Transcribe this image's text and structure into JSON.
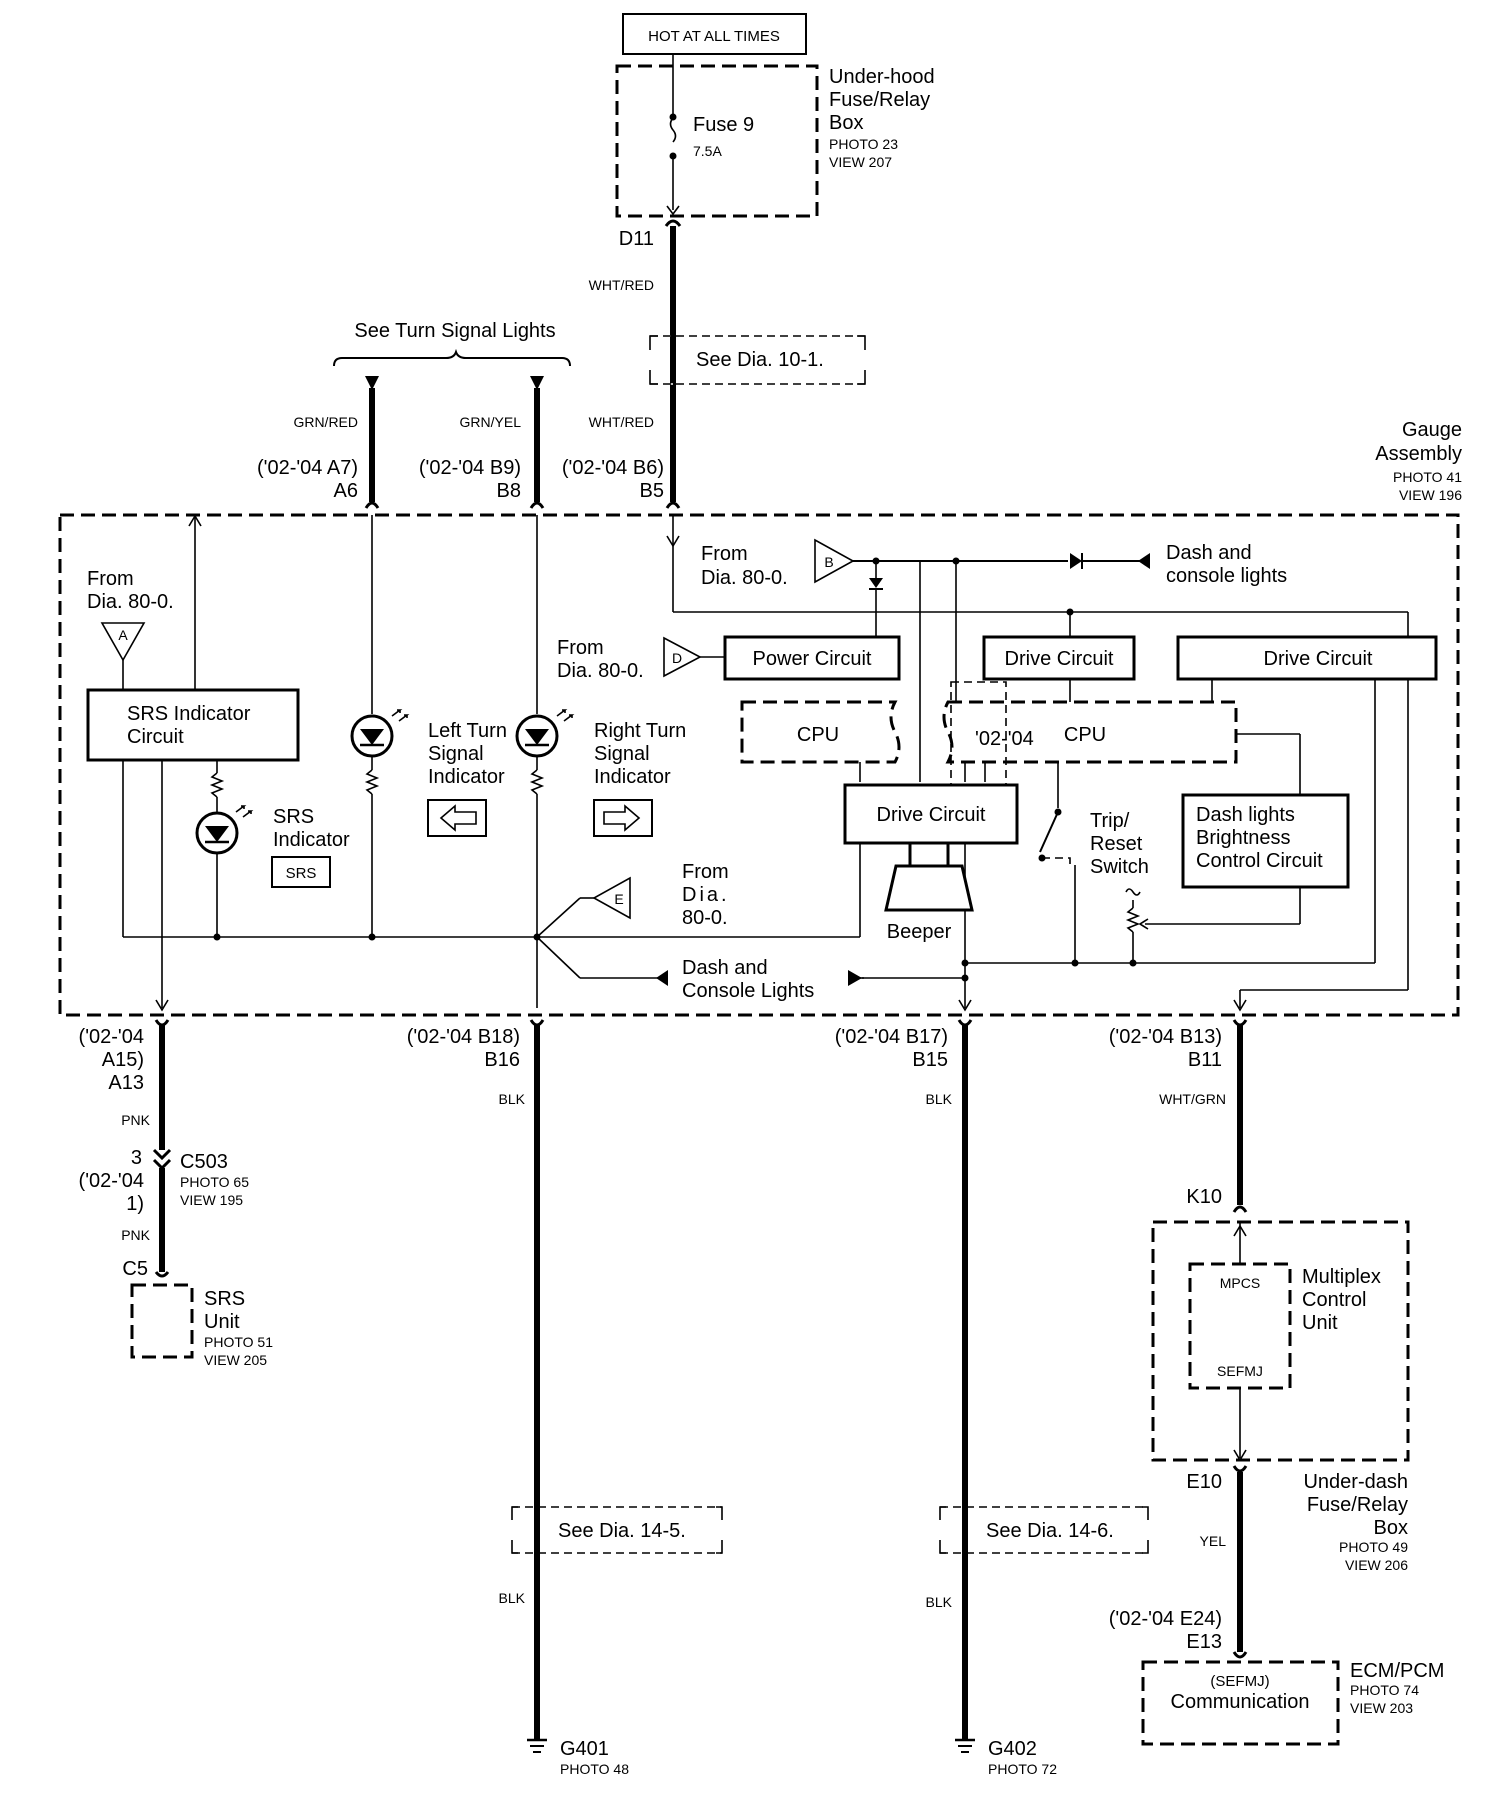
{
  "top": {
    "hot_label": "HOT AT ALL TIMES",
    "fusebox_title": [
      "Under-hood",
      "Fuse/Relay",
      "Box"
    ],
    "fusebox_photo": "PHOTO 23",
    "fusebox_view": "VIEW 207",
    "fuse_name": "Fuse 9",
    "fuse_rating": "7.5A",
    "pin_d11": "D11",
    "wire_whtred_1": "WHT/RED",
    "see_dia_10_1": "See Dia. 10-1.",
    "wire_whtred_2": "WHT/RED"
  },
  "turn": {
    "title": "See Turn Signal Lights",
    "wire_grnred": "GRN/RED",
    "wire_grnyel": "GRN/YEL",
    "pin_a6_alt": "('02-'04 A7)",
    "pin_a6": "A6",
    "pin_b8_alt": "('02-'04 B9)",
    "pin_b8": "B8",
    "pin_b5_alt": "('02-'04 B6)",
    "pin_b5": "B5"
  },
  "gauge": {
    "title": [
      "Gauge",
      "Assembly"
    ],
    "photo": "PHOTO 41",
    "view": "VIEW 196",
    "from_dia_a": [
      "From",
      "Dia. 80-0."
    ],
    "tag_a": "A",
    "srs_circuit": [
      "SRS Indicator",
      "Circuit"
    ],
    "srs_indicator": [
      "SRS",
      "Indicator"
    ],
    "srs_badge": "SRS",
    "left_turn": [
      "Left Turn",
      "Signal",
      "Indicator"
    ],
    "right_turn": [
      "Right Turn",
      "Signal",
      "Indicator"
    ],
    "from_dia_b": [
      "From",
      "Dia. 80-0."
    ],
    "tag_b": "B",
    "dash_console_top": [
      "Dash and",
      "console lights"
    ],
    "from_dia_d": [
      "From",
      "Dia. 80-0."
    ],
    "tag_d": "D",
    "power_circuit": "Power Circuit",
    "drive_circuit_1": "Drive Circuit",
    "drive_circuit_2": "Drive Circuit",
    "drive_circuit_3": "Drive Circuit",
    "cpu_1": "CPU",
    "cpu_2": "CPU",
    "cpu_year": "'02-'04",
    "trip_reset": [
      "Trip/",
      "Reset",
      "Switch"
    ],
    "dash_brightness": [
      "Dash lights",
      "Brightness",
      "Control Circuit"
    ],
    "beeper": "Beeper",
    "from_dia_e": [
      "From",
      "Dia.",
      "80-0."
    ],
    "tag_e": "E",
    "dash_console_bottom": [
      "Dash and",
      "Console Lights"
    ]
  },
  "bottom": {
    "pin_a13_alt": [
      "('02-'04",
      "A15)"
    ],
    "pin_a13": "A13",
    "wire_pnk_1": "PNK",
    "c503_pin": "3",
    "c503_alt": [
      "('02-'04",
      "1)"
    ],
    "c503_name": "C503",
    "c503_photo": "PHOTO 65",
    "c503_view": "VIEW 195",
    "wire_pnk_2": "PNK",
    "pin_c5": "C5",
    "srs_unit": [
      "SRS",
      "Unit"
    ],
    "srs_unit_photo": "PHOTO 51",
    "srs_unit_view": "VIEW 205",
    "pin_b16_alt": "('02-'04 B18)",
    "pin_b16": "B16",
    "wire_blk_1": "BLK",
    "see_dia_14_5": "See Dia. 14-5.",
    "wire_blk_2": "BLK",
    "g401": "G401",
    "g401_photo": "PHOTO 48",
    "pin_b15_alt": "('02-'04 B17)",
    "pin_b15": "B15",
    "wire_blk_3": "BLK",
    "see_dia_14_6": "See Dia. 14-6.",
    "wire_blk_4": "BLK",
    "g402": "G402",
    "g402_photo": "PHOTO 72",
    "pin_b11_alt": "('02-'04 B13)",
    "pin_b11": "B11",
    "wire_whtgrn": "WHT/GRN",
    "pin_k10": "K10",
    "mpcs": "MPCS",
    "sefmj": "SEFMJ",
    "multiplex": [
      "Multiplex",
      "Control",
      "Unit"
    ],
    "pin_e10": "E10",
    "wire_yel": "YEL",
    "underdash": [
      "Under-dash",
      "Fuse/Relay",
      "Box"
    ],
    "underdash_photo": "PHOTO 49",
    "underdash_view": "VIEW 206",
    "pin_e13_alt": "('02-'04 E24)",
    "pin_e13": "E13",
    "ecm_sefmj": "(SEFMJ)",
    "ecm_comm": "Communication",
    "ecm_title": "ECM/PCM",
    "ecm_photo": "PHOTO 74",
    "ecm_view": "VIEW 203"
  }
}
